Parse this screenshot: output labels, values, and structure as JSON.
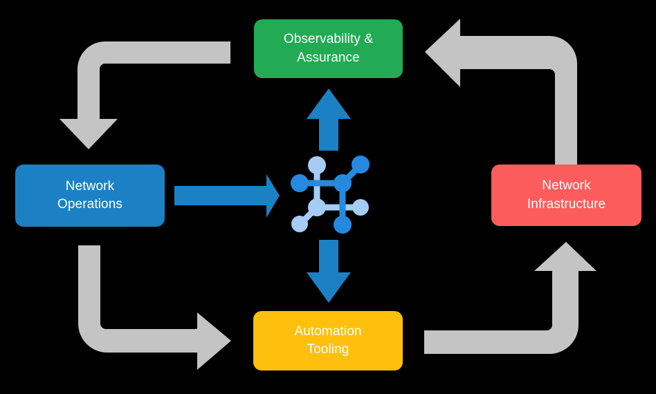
{
  "diagram": {
    "title": "Network automation lifecycle cycle diagram",
    "background_color": "#000000",
    "center_icon": {
      "name": "network-topology-icon",
      "node_color_primary": "#2589e0",
      "node_color_secondary": "#a5ccf5"
    },
    "nodes": [
      {
        "id": "observability",
        "label": "Observability &\nAssurance",
        "color": "#22ab54",
        "position": "top"
      },
      {
        "id": "network-operations",
        "label": "Network\nOperations",
        "color": "#1b81c4",
        "position": "left"
      },
      {
        "id": "network-infrastructure",
        "label": "Network\nInfrastructure",
        "color": "#fc5c5c",
        "position": "right"
      },
      {
        "id": "automation-tooling",
        "label": "Automation\nTooling",
        "color": "#ffbf0d",
        "position": "bottom"
      }
    ],
    "connectors": {
      "accent_color": "#1b81c4",
      "loop_color": "#c4c4c4",
      "center_arrows": [
        {
          "id": "center-to-observability",
          "direction": "up"
        },
        {
          "id": "network-operations-to-center",
          "direction": "right"
        },
        {
          "id": "center-to-automation-tooling",
          "direction": "down"
        }
      ],
      "loop_arrows": [
        {
          "id": "observability-to-network-operations",
          "direction": "left-then-down"
        },
        {
          "id": "network-infrastructure-to-observability",
          "direction": "up-then-left"
        },
        {
          "id": "network-operations-to-automation-tooling",
          "direction": "down-then-right"
        },
        {
          "id": "automation-tooling-to-network-infrastructure",
          "direction": "right-then-up"
        }
      ]
    }
  }
}
